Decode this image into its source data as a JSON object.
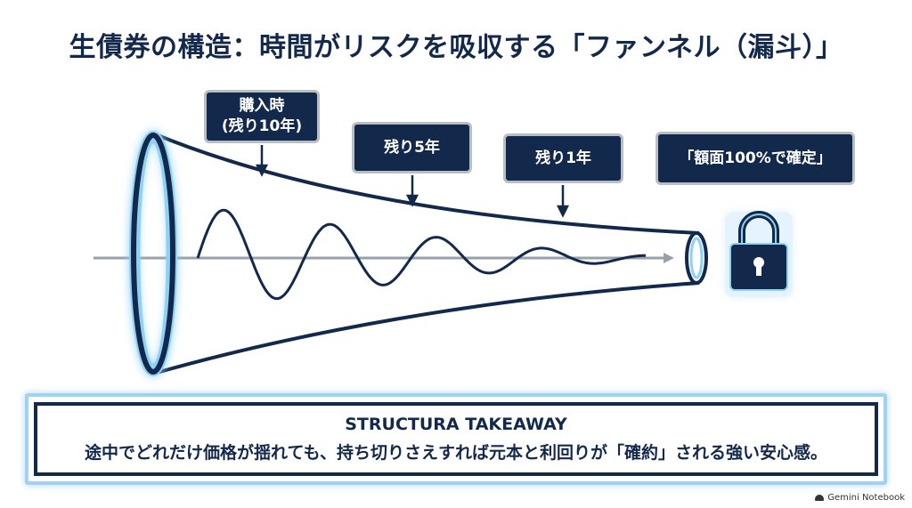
{
  "title": "生債券の構造：時間がリスクを吸収する「ファンネル（漏斗）」",
  "labels": {
    "purchase_line1": "購入時",
    "purchase_line2": "(残り10年)",
    "remaining_5y": "残り5年",
    "remaining_1y": "残り1年",
    "face_value": "「額面100%で確定」"
  },
  "takeaway": {
    "heading": "STRUCTURA TAKEAWAY",
    "text": "途中でどれだけ価格が揺れても、持ち切りさえすれば元本と利回りが「確約」される強い安心感。"
  },
  "brand": "Gemini Notebook",
  "icons": {
    "lock": "lock-icon"
  },
  "colors": {
    "navy": "#13294b",
    "glow": "#8fd0f7",
    "axis": "#9aa0a8",
    "label_border": "#b9bec6"
  }
}
